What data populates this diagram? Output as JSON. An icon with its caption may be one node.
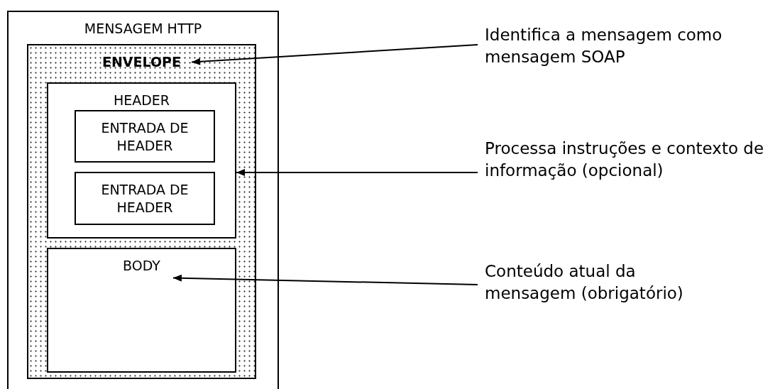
{
  "diagram": {
    "nodes": [
      {
        "text": [
          "MENSAGEM HTTP"
        ]
      },
      {
        "text": [
          "ENVELOPE"
        ],
        "in": 0
      },
      {
        "text": [
          "HEADER"
        ],
        "in": 1
      },
      {
        "text": [
          "ENTRADA DE HEADER"
        ],
        "in": 2
      },
      {
        "text": [
          "ENTRADA DE HEADER"
        ],
        "in": 2
      },
      {
        "text": [
          "BODY"
        ],
        "in": 1
      },
      {
        "text": [
          "Identifica a mensagem como mensagem SOAP"
        ]
      },
      {
        "text": [
          "Processa instruções e contexto de informação (opcional)"
        ]
      },
      {
        "text": [
          "Conteúdo atual da mensagem (obrigatório)"
        ]
      }
    ],
    "edges": [
      {
        "from": 6,
        "to": 1,
        "arrow": "to"
      },
      {
        "from": 7,
        "to": 2,
        "arrow": "to"
      },
      {
        "from": 8,
        "to": 5,
        "arrow": "to"
      }
    ]
  }
}
